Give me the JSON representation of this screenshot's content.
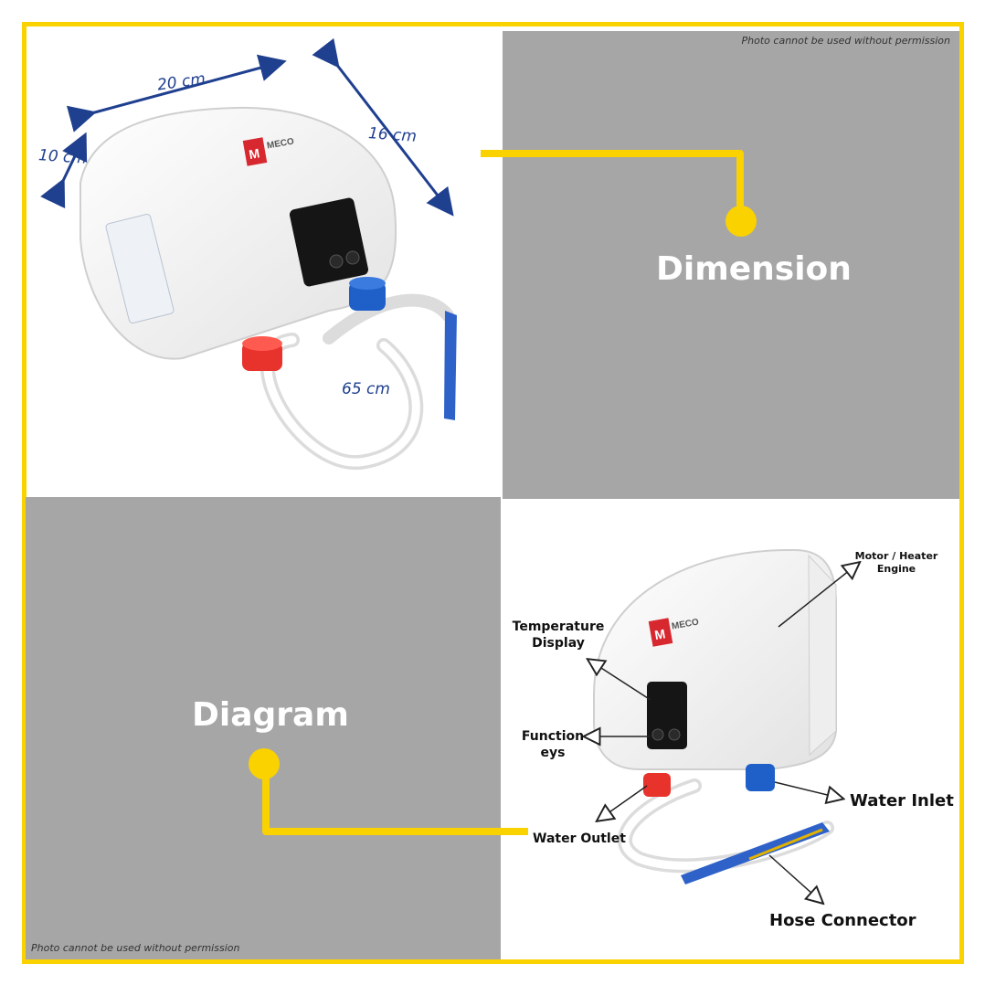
{
  "watermark": "Photo cannot be used without permission",
  "headings": {
    "dimension": "Dimension",
    "diagram": "Diagram"
  },
  "dimensions": {
    "width": "20 cm",
    "height": "16 cm",
    "depth": "10 cm",
    "hose": "65 cm"
  },
  "brand": "MECO",
  "callouts": {
    "motor": [
      "Motor / Heater",
      "Engine"
    ],
    "temperature": [
      "Temperature",
      "Display"
    ],
    "function": [
      "Function",
      "eys"
    ],
    "inlet": "Water Inlet",
    "outlet": "Water Outlet",
    "hose": "Hose Connector"
  },
  "colors": {
    "accent_yellow": "#f9d200",
    "panel_gray": "#a7a6a7",
    "dimension_blue": "#1f3f8f",
    "outlet_red": "#e8322c",
    "inlet_blue": "#1e5fc8"
  }
}
